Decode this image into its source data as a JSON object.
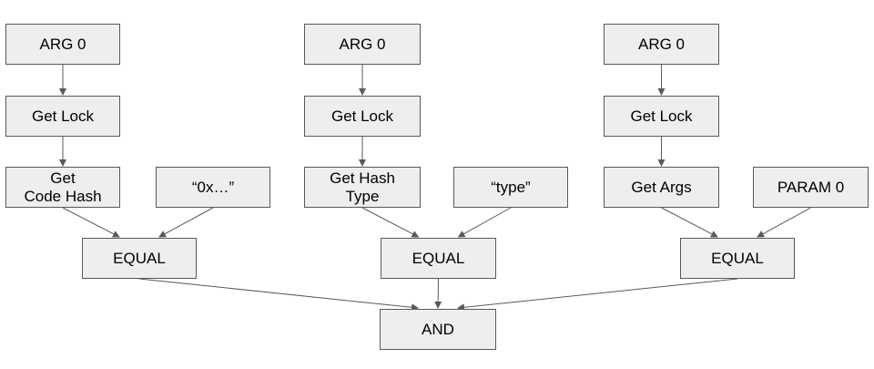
{
  "diagram": {
    "nodes": {
      "arg0_a": "ARG 0",
      "lock_a": "Get Lock",
      "codehash_a": "Get\nCode Hash",
      "const_a": "“0x…”",
      "equal_a": "EQUAL",
      "arg0_b": "ARG 0",
      "lock_b": "Get Lock",
      "hashtype_b": "Get Hash\nType",
      "const_b": "“type”",
      "equal_b": "EQUAL",
      "arg0_c": "ARG 0",
      "lock_c": "Get Lock",
      "args_c": "Get Args",
      "param0_c": "PARAM 0",
      "equal_c": "EQUAL",
      "and": "AND"
    },
    "edges": [
      [
        "arg0_a",
        "lock_a"
      ],
      [
        "lock_a",
        "codehash_a"
      ],
      [
        "codehash_a",
        "equal_a"
      ],
      [
        "const_a",
        "equal_a"
      ],
      [
        "arg0_b",
        "lock_b"
      ],
      [
        "lock_b",
        "hashtype_b"
      ],
      [
        "hashtype_b",
        "equal_b"
      ],
      [
        "const_b",
        "equal_b"
      ],
      [
        "arg0_c",
        "lock_c"
      ],
      [
        "lock_c",
        "args_c"
      ],
      [
        "args_c",
        "equal_c"
      ],
      [
        "param0_c",
        "equal_c"
      ],
      [
        "equal_a",
        "and"
      ],
      [
        "equal_b",
        "and"
      ],
      [
        "equal_c",
        "and"
      ]
    ],
    "colors": {
      "node_fill": "#eeeeee",
      "node_border": "#595959",
      "edge": "#595959",
      "text": "#000000"
    }
  }
}
